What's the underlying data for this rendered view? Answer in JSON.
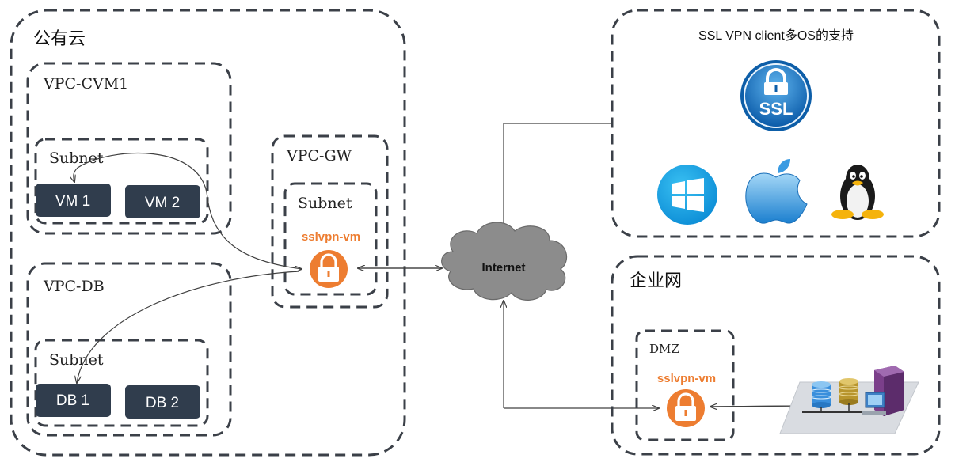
{
  "public_cloud": {
    "title": "公有云",
    "vpc_cvm": {
      "label": "VPC-CVM1",
      "subnet": "Subnet",
      "vms": [
        "VM 1",
        "VM 2"
      ]
    },
    "vpc_db": {
      "label": "VPC-DB",
      "subnet": "Subnet",
      "dbs": [
        "DB 1",
        "DB 2"
      ]
    },
    "vpc_gw": {
      "label": "VPC-GW",
      "subnet": "Subnet",
      "gateway": "sslvpn-vm"
    }
  },
  "internet": {
    "label": "Internet"
  },
  "client_panel": {
    "title": "SSL VPN client多OS的支持",
    "badge": "SSL",
    "os_icons": [
      "windows-icon",
      "apple-icon",
      "linux-penguin-icon"
    ]
  },
  "enterprise": {
    "title": "企业网",
    "dmz": {
      "label": "DMZ",
      "gateway": "sslvpn-vm"
    }
  },
  "colors": {
    "dashed_border": "#3b4048",
    "vm_fill": "#303d4d",
    "accent_orange": "#ed7d31",
    "windows_blue": "#1ba1e2",
    "ssl_blue": "#1479c8"
  }
}
